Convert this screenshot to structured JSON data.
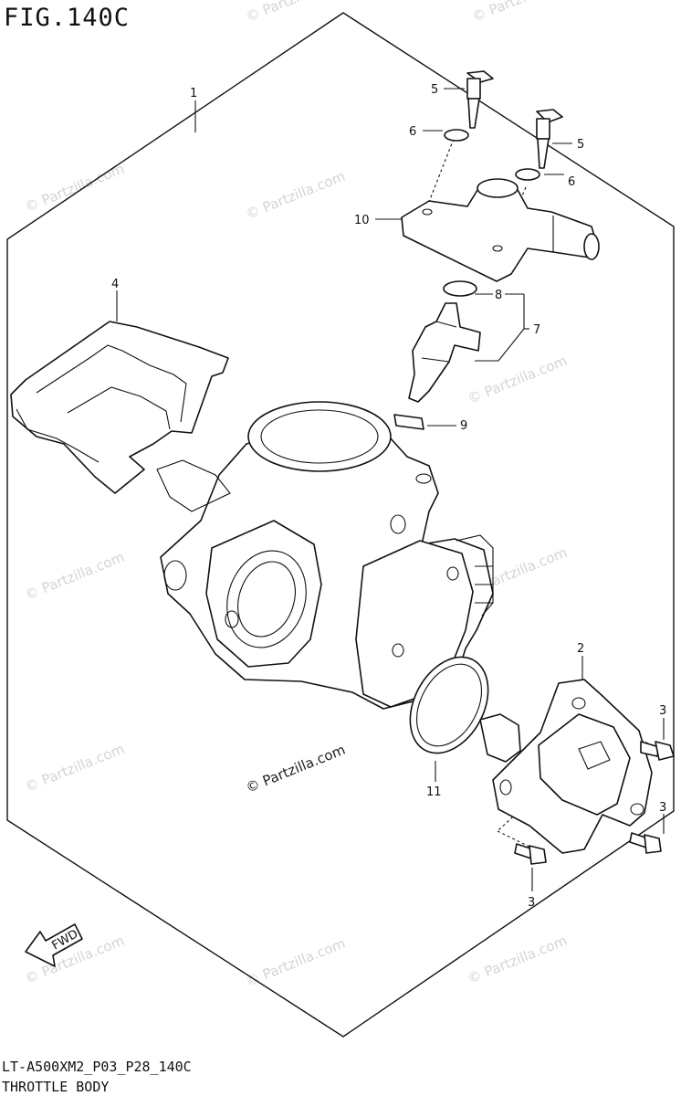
{
  "figure": {
    "title": "FIG.140C"
  },
  "footer": {
    "code": "LT-A500XM2_P03_P28_140C",
    "name": "THROTTLE BODY"
  },
  "callouts": {
    "c1": "1",
    "c2": "2",
    "c3a": "3",
    "c3b": "3",
    "c3c": "3",
    "c4": "4",
    "c5a": "5",
    "c5b": "5",
    "c6a": "6",
    "c6b": "6",
    "c7": "7",
    "c8": "8",
    "c9": "9",
    "c10": "10",
    "c11": "11"
  },
  "watermark": {
    "text": "© Partzilla.com"
  },
  "fwd_label": "FWD"
}
